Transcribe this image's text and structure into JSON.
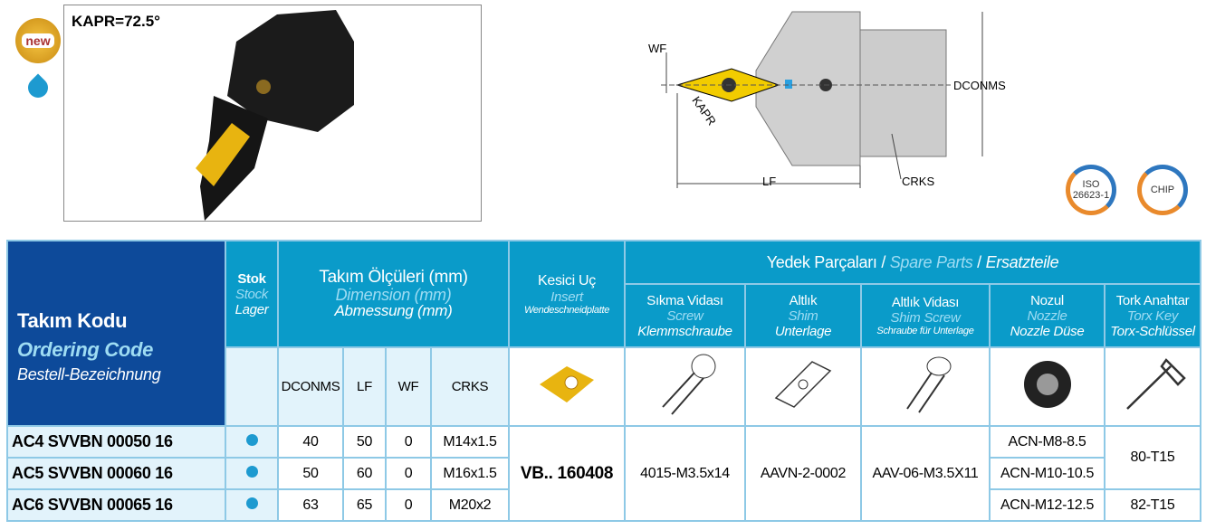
{
  "top": {
    "new_badge": "new",
    "kapr_label": "KAPR=72.5°",
    "diagram_labels": {
      "wf": "WF",
      "kapr": "KAPR",
      "lf": "LF",
      "dconms": "DCONMS",
      "crks": "CRKS"
    },
    "iso_badge": {
      "line1": "ISO",
      "line2": "26623-1"
    },
    "chip_badge": "CHIP"
  },
  "header": {
    "code": {
      "tr": "Takım Kodu",
      "en": "Ordering Code",
      "de": "Bestell-Bezeichnung"
    },
    "stock": {
      "tr": "Stok",
      "en": "Stock",
      "de": "Lager"
    },
    "dims": {
      "tr": "Takım Ölçüleri (mm)",
      "en": "Dimension (mm)",
      "de": "Abmessung (mm)",
      "cols": [
        "DCONMS",
        "LF",
        "WF",
        "CRKS"
      ]
    },
    "insert": {
      "tr": "Kesici Uç",
      "en": "Insert",
      "de": "Wendeschneidplatte"
    },
    "spare": {
      "tr": "Yedek Parçaları",
      "sep": "/",
      "en": "Spare Parts",
      "de": "Ersatzteile",
      "cols": [
        {
          "tr": "Sıkma Vidası",
          "en": "Screw",
          "de": "Klemmschraube"
        },
        {
          "tr": "Altlık",
          "en": "Shim",
          "de": "Unterlage"
        },
        {
          "tr": "Altlık Vidası",
          "en": "Shim Screw",
          "de": "Schraube für Unterlage"
        },
        {
          "tr": "Nozul",
          "en": "Nozzle",
          "de": "Nozzle Düse"
        },
        {
          "tr": "Tork Anahtar",
          "en": "Torx Key",
          "de": "Torx-Schlüssel"
        }
      ]
    }
  },
  "rows": [
    {
      "code": "AC4 SVVBN 00050 16",
      "dconms": "40",
      "lf": "50",
      "wf": "0",
      "crks": "M14x1.5",
      "nozzle": "ACN-M8-8.5"
    },
    {
      "code": "AC5 SVVBN 00060 16",
      "dconms": "50",
      "lf": "60",
      "wf": "0",
      "crks": "M16x1.5",
      "nozzle": "ACN-M10-10.5"
    },
    {
      "code": "AC6 SVVBN 00065 16",
      "dconms": "63",
      "lf": "65",
      "wf": "0",
      "crks": "M20x2",
      "nozzle": "ACN-M12-12.5"
    }
  ],
  "shared": {
    "insert": "VB.. 160408",
    "screw": "4015-M3.5x14",
    "shim": "AAVN-2-0002",
    "shim_screw": "AAV-06-M3.5X11",
    "key1": "80-T15",
    "key2": "82-T15"
  },
  "colors": {
    "header": "#0a9bc9",
    "code_bg": "#0d4a9a",
    "stock_dot": "#1d9ad0",
    "insert": "#e8b410"
  }
}
